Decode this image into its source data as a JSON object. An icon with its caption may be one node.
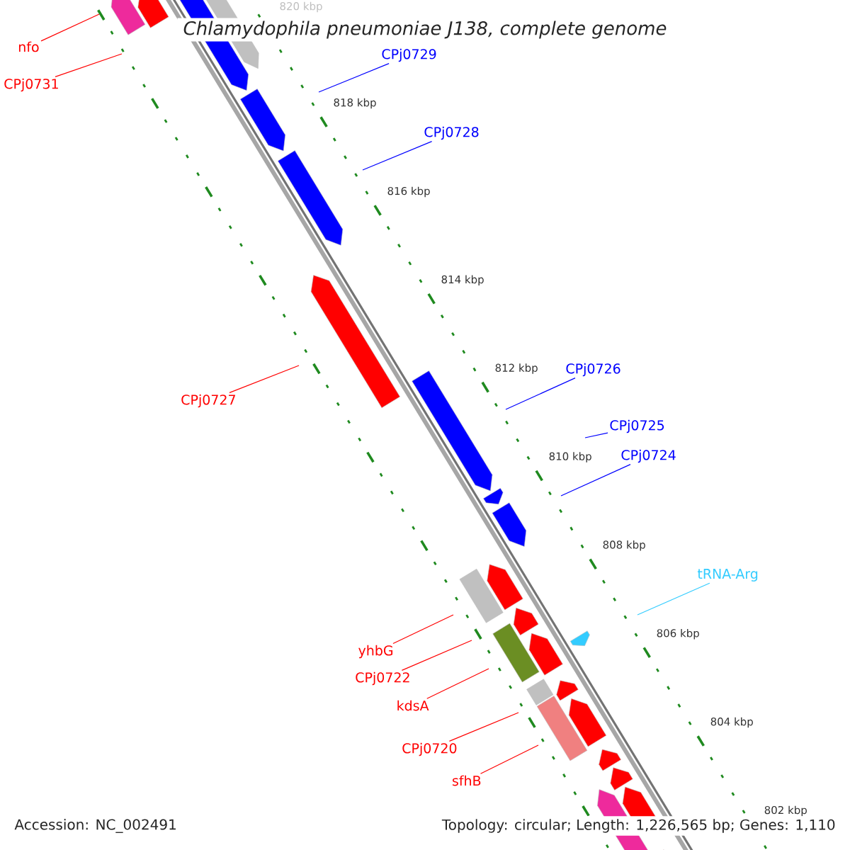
{
  "diagram": {
    "title": "Chlamydophila pneumoniae J138, complete genome",
    "nodes": [
      {
        "text": [
          "nfo"
        ]
      },
      {
        "text": [
          "CPj0729"
        ]
      },
      {
        "text": [
          "CPj0731"
        ]
      },
      {
        "text": [
          "CPj0728"
        ]
      },
      {
        "text": [
          "CPj0726"
        ]
      },
      {
        "text": [
          "CPj0727"
        ]
      },
      {
        "text": [
          "CPj0725"
        ]
      },
      {
        "text": [
          "CPj0724"
        ]
      },
      {
        "text": [
          "tRNA-Arg"
        ]
      },
      {
        "text": [
          "yhbG"
        ]
      },
      {
        "text": [
          "CPj0722"
        ]
      },
      {
        "text": [
          "kdsA"
        ]
      },
      {
        "text": [
          "CPj0720"
        ]
      },
      {
        "text": [
          "sfhB"
        ]
      }
    ],
    "edges": [
      {
        "from": 0,
        "to": null,
        "arrow": "none"
      },
      {
        "from": 1,
        "to": null,
        "arrow": "none",
        "color": "#0000ff"
      },
      {
        "from": 2,
        "to": null,
        "arrow": "none"
      },
      {
        "from": 3,
        "to": null,
        "arrow": "none",
        "color": "#0000ff"
      },
      {
        "from": 4,
        "to": null,
        "arrow": "none",
        "color": "#0000ff"
      },
      {
        "from": 5,
        "to": null,
        "arrow": "none"
      },
      {
        "from": 6,
        "to": null,
        "arrow": "none",
        "color": "#0000ff"
      },
      {
        "from": 7,
        "to": null,
        "arrow": "none",
        "color": "#0000ff"
      },
      {
        "from": 8,
        "to": null,
        "arrow": "none",
        "color": "#33ccff"
      },
      {
        "from": 9,
        "to": null,
        "arrow": "none"
      },
      {
        "from": 10,
        "to": null,
        "arrow": "none"
      },
      {
        "from": 11,
        "to": null,
        "arrow": "none"
      },
      {
        "from": 12,
        "to": null,
        "arrow": "none"
      },
      {
        "from": 13,
        "to": null,
        "arrow": "none"
      }
    ],
    "labels": [
      "820 kbp",
      "818 kbp",
      "816 kbp",
      "814 kbp",
      "812 kbp",
      "810 kbp",
      "808 kbp",
      "806 kbp",
      "804 kbp",
      "802 kbp",
      "Accession: NC_002491",
      "Topology: circular; Length: 1,226,565 bp; Genes: 1,110"
    ]
  }
}
